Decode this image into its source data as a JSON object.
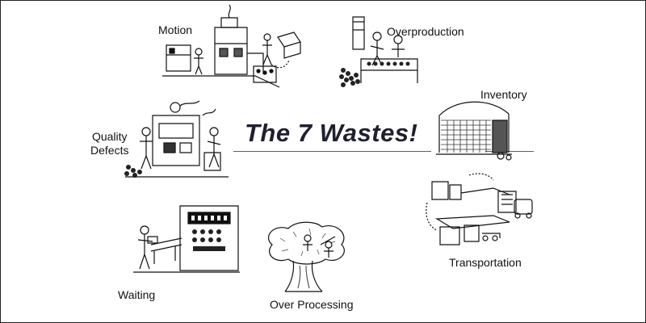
{
  "title": "The 7 Wastes!",
  "accent_color": "#c0392b",
  "wastes": [
    {
      "id": "motion",
      "label": "Motion"
    },
    {
      "id": "overproduction",
      "label": "Overproduction"
    },
    {
      "id": "inventory",
      "label": "Inventory"
    },
    {
      "id": "quality_defects",
      "label_line1": "Quality",
      "label_line2": "Defects"
    },
    {
      "id": "transportation",
      "label": "Transportation"
    },
    {
      "id": "waiting",
      "label": "Waiting"
    },
    {
      "id": "over_processing",
      "label": "Over Processing"
    }
  ]
}
